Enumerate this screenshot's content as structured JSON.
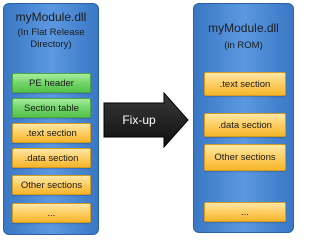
{
  "left_module": {
    "title": "myModule.dll",
    "subtitle_line1": "(In Flat Release",
    "subtitle_line2": "Directory)",
    "sections": [
      {
        "label": "PE header",
        "color": "green"
      },
      {
        "label": "Section table",
        "color": "green"
      },
      {
        "label": ".text section",
        "color": "orange"
      },
      {
        "label": ".data section",
        "color": "orange"
      },
      {
        "label": "Other sections",
        "color": "orange"
      },
      {
        "label": "...",
        "color": "orange"
      }
    ]
  },
  "arrow": {
    "label": "Fix-up"
  },
  "right_module": {
    "title": "myModule.dll",
    "subtitle": "(in ROM)",
    "sections": [
      {
        "label": ".text section",
        "color": "orange"
      },
      {
        "label": ".data section",
        "color": "orange"
      },
      {
        "label": "Other sections",
        "color": "orange"
      },
      {
        "label": "...",
        "color": "orange"
      }
    ]
  },
  "colors": {
    "module_blue": "#4a88d4",
    "green_section": "#6fd266",
    "orange_section": "#fccb5c",
    "arrow": "#1e1e1e"
  }
}
